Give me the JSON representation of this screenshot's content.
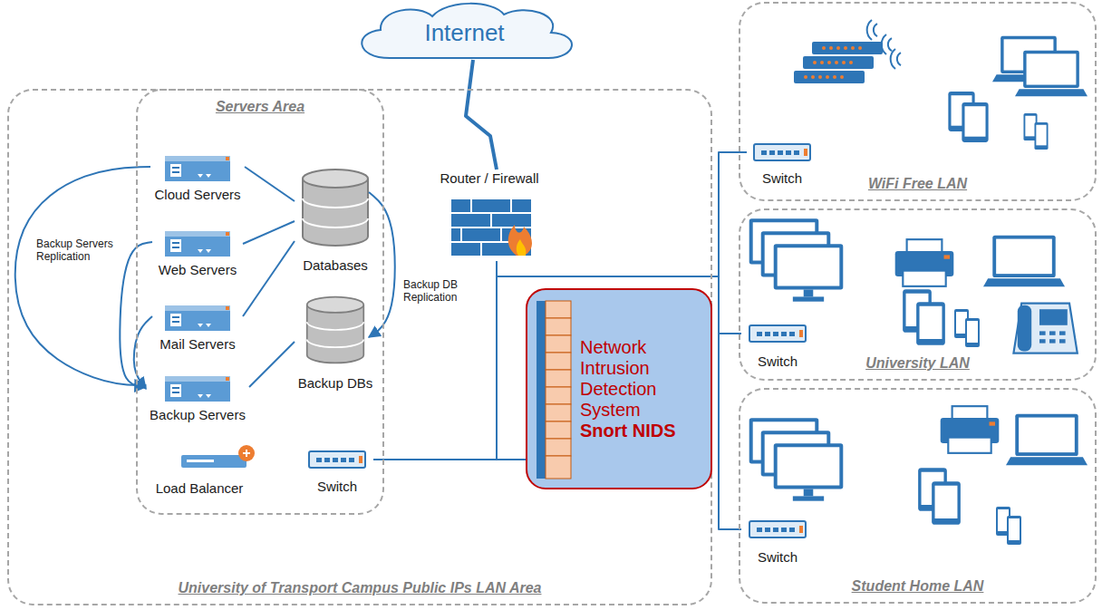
{
  "diagram": {
    "nodes": [
      {
        "text": [
          "University of Transport Campus Public IPs LAN Area"
        ]
      },
      {
        "text": [
          "Servers Area"
        ],
        "in": 0
      },
      {
        "text": [
          "Cloud Servers"
        ],
        "in": 1
      },
      {
        "text": [
          "Web Servers"
        ],
        "in": 1
      },
      {
        "text": [
          "Mail Servers"
        ],
        "in": 1
      },
      {
        "text": [
          "Backup Servers"
        ],
        "in": 1
      },
      {
        "text": [
          "Databases"
        ],
        "in": 1
      },
      {
        "text": [
          "Backup DBs"
        ],
        "in": 1
      },
      {
        "text": [
          "Load Balancer"
        ],
        "in": 1
      },
      {
        "text": [
          "Switch"
        ],
        "in": 1
      },
      {
        "text": [
          "Router / Firewall"
        ],
        "in": 0
      },
      {
        "text": [
          "Network Intrusion Detection System",
          "Snort NIDS"
        ],
        "in": 0
      },
      {
        "text": [
          "Internet"
        ]
      },
      {
        "text": [
          "WiFi Free LAN"
        ]
      },
      {
        "text": [
          "Switch"
        ],
        "in": 13
      },
      {
        "text": [
          "University LAN"
        ]
      },
      {
        "text": [
          "Switch"
        ],
        "in": 15
      },
      {
        "text": [
          "Student Home LAN"
        ]
      },
      {
        "text": [
          "Switch"
        ],
        "in": 17
      }
    ],
    "edges": [
      {
        "from": 2,
        "to": 6,
        "arrow": "none"
      },
      {
        "from": 3,
        "to": 6,
        "arrow": "none"
      },
      {
        "from": 4,
        "to": 6,
        "arrow": "none"
      },
      {
        "from": 5,
        "to": 7,
        "arrow": "none"
      },
      {
        "from": 2,
        "to": 5,
        "arrow": "to"
      },
      {
        "from": 3,
        "to": 5,
        "arrow": "to"
      },
      {
        "from": 4,
        "to": 5,
        "arrow": "to"
      },
      {
        "from": 6,
        "to": 7,
        "arrow": "to"
      },
      {
        "from": 9,
        "to": 10,
        "arrow": "none"
      },
      {
        "from": 11,
        "to": 10,
        "arrow": "none"
      },
      {
        "from": 10,
        "to": 12,
        "arrow": "none"
      },
      {
        "from": 10,
        "to": 14,
        "arrow": "none"
      },
      {
        "from": 10,
        "to": 16,
        "arrow": "none"
      },
      {
        "from": 10,
        "to": 18,
        "arrow": "none"
      }
    ],
    "labels": [
      "Backup Servers Replication",
      "Backup DB Replication"
    ]
  }
}
